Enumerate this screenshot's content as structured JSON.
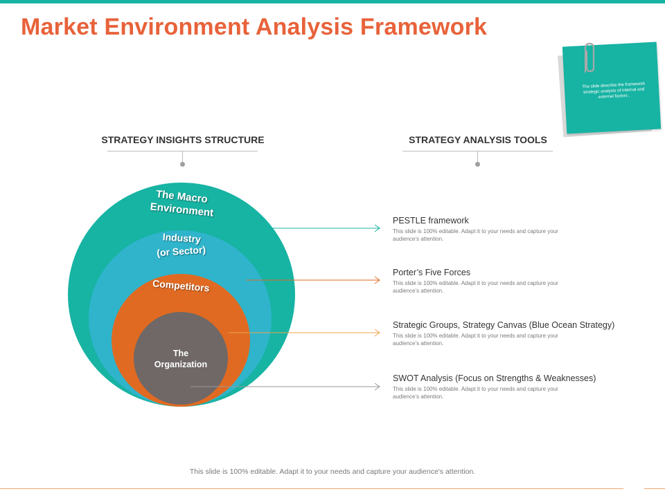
{
  "title": "Market Environment Analysis Framework",
  "note": {
    "text": "The slide describe the framework strategic analysis of internal and external factors ."
  },
  "headings": {
    "left": "STRATEGY INSIGHTS STRUCTURE",
    "right": "STRATEGY ANALYSIS TOOLS"
  },
  "layers": [
    {
      "id": "macro",
      "lines": [
        "The Macro",
        "Environment"
      ],
      "color": "#17b3a3"
    },
    {
      "id": "industry",
      "lines": [
        "Industry",
        "(or Sector)"
      ],
      "color": "#2fb4cc"
    },
    {
      "id": "competitors",
      "lines": [
        "Competitors"
      ],
      "color": "#e06a22"
    },
    {
      "id": "organization",
      "lines": [
        "The",
        "Organization"
      ],
      "color": "#6f6867"
    }
  ],
  "tools": [
    {
      "title": "PESTLE framework",
      "desc": "This slide is 100% editable. Adapt it to your needs and capture your audience’s attention.",
      "color": "#17b3a3"
    },
    {
      "title": "Porter’s Five Forces",
      "desc": "This slide is 100% editable. Adapt it to your needs and capture your audience’s attention.",
      "color": "#e06a22"
    },
    {
      "title": "Strategic Groups, Strategy Canvas (Blue Ocean Strategy)",
      "desc": "This slide is 100% editable. Adapt it to your needs and capture your audience’s attention.",
      "color": "#f0a24a"
    },
    {
      "title": "SWOT Analysis (Focus on Strengths & Weaknesses)",
      "desc": "This slide is 100% editable. Adapt it to your needs and capture your audience’s attention.",
      "color": "#9a9a9a"
    }
  ],
  "footer": "This slide is 100% editable. Adapt it to your needs and capture your audience's attention.",
  "colors": {
    "accent_teal": "#17b3a3",
    "title_orange": "#e8623a",
    "footer_line": "#f3a46e"
  }
}
